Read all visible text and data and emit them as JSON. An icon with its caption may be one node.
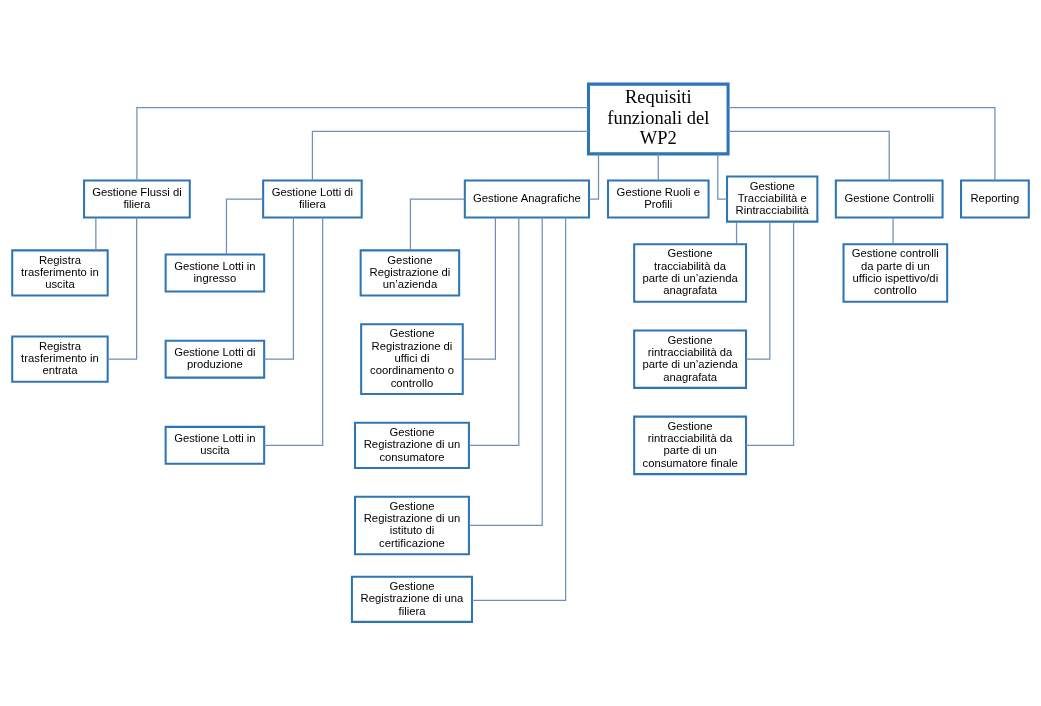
{
  "diagram": {
    "nodes": [
      {
        "text": [
          "Requisiti funzionali del WP2"
        ]
      },
      {
        "text": [
          "Gestione Flussi di filiera"
        ]
      },
      {
        "text": [
          "Gestione Lotti di filiera"
        ]
      },
      {
        "text": [
          "Gestione Anagrafiche"
        ]
      },
      {
        "text": [
          "Gestione Ruoli e Profili"
        ]
      },
      {
        "text": [
          "Gestione Tracciabilità e Rintracciabilità"
        ]
      },
      {
        "text": [
          "Gestione Controlli"
        ]
      },
      {
        "text": [
          "Reporting"
        ]
      },
      {
        "text": [
          "Registra trasferimento in uscita"
        ]
      },
      {
        "text": [
          "Registra trasferimento in entrata"
        ]
      },
      {
        "text": [
          "Gestione Lotti in ingresso"
        ]
      },
      {
        "text": [
          "Gestione Lotti di produzione"
        ]
      },
      {
        "text": [
          "Gestione Lotti in uscita"
        ]
      },
      {
        "text": [
          "Gestione Registrazione di un’azienda"
        ]
      },
      {
        "text": [
          "Gestione Registrazione di uffici di coordinamento o controllo"
        ]
      },
      {
        "text": [
          "Gestione Registrazione di un consumatore"
        ]
      },
      {
        "text": [
          "Gestione Registrazione di un istituto di certificazione"
        ]
      },
      {
        "text": [
          "Gestione Registrazione di una filiera"
        ]
      },
      {
        "text": [
          "Gestione tracciabilità da parte di un’azienda anagrafata"
        ]
      },
      {
        "text": [
          "Gestione rintracciabilità da parte di un’azienda anagrafata"
        ]
      },
      {
        "text": [
          "Gestione rintracciabilità da parte di un consumatore finale"
        ]
      },
      {
        "text": [
          "Gestione controlli da parte di un ufficio ispettivo/di controllo"
        ]
      }
    ],
    "edges": [
      {
        "from": 0,
        "to": 1,
        "arrow": "none"
      },
      {
        "from": 0,
        "to": 2,
        "arrow": "none"
      },
      {
        "from": 0,
        "to": 3,
        "arrow": "none"
      },
      {
        "from": 0,
        "to": 4,
        "arrow": "none"
      },
      {
        "from": 0,
        "to": 5,
        "arrow": "none"
      },
      {
        "from": 0,
        "to": 6,
        "arrow": "none"
      },
      {
        "from": 0,
        "to": 7,
        "arrow": "none"
      },
      {
        "from": 1,
        "to": 8,
        "arrow": "none"
      },
      {
        "from": 1,
        "to": 9,
        "arrow": "none"
      },
      {
        "from": 2,
        "to": 10,
        "arrow": "none"
      },
      {
        "from": 2,
        "to": 11,
        "arrow": "none"
      },
      {
        "from": 2,
        "to": 12,
        "arrow": "none"
      },
      {
        "from": 3,
        "to": 13,
        "arrow": "none"
      },
      {
        "from": 3,
        "to": 14,
        "arrow": "none"
      },
      {
        "from": 3,
        "to": 15,
        "arrow": "none"
      },
      {
        "from": 3,
        "to": 16,
        "arrow": "none"
      },
      {
        "from": 3,
        "to": 17,
        "arrow": "none"
      },
      {
        "from": 5,
        "to": 18,
        "arrow": "none"
      },
      {
        "from": 5,
        "to": 19,
        "arrow": "none"
      },
      {
        "from": 5,
        "to": 20,
        "arrow": "none"
      },
      {
        "from": 6,
        "to": 21,
        "arrow": "none"
      }
    ]
  }
}
